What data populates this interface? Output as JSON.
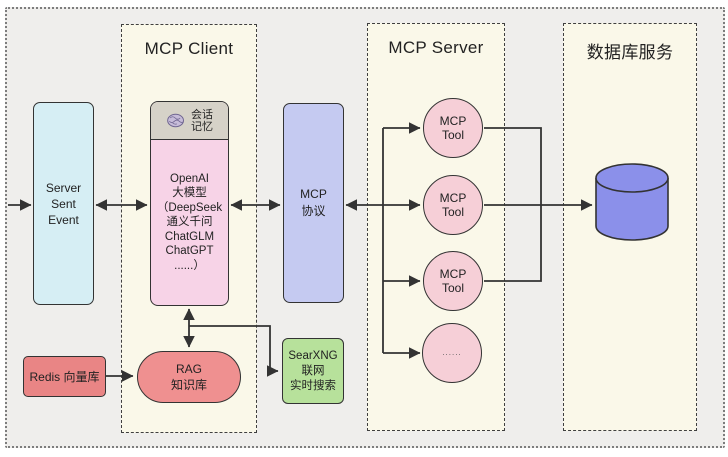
{
  "colors": {
    "canvas-bg": "#efeeec",
    "container-bg": "#faf8e9",
    "container-border": "#3f3f3f",
    "node-border": "#333333",
    "edge": "#333333",
    "sse-fill": "#d6eef4",
    "session-header-fill": "#d6d2c8",
    "llm-fill": "#f7d3e7",
    "protocol-fill": "#c5caf1",
    "redis-fill": "#e98585",
    "rag-fill": "#ef9090",
    "searxng-fill": "#b7e19b",
    "tool-fill": "#f6cfd7",
    "db-fill": "#8b90ea"
  },
  "containers": {
    "client": {
      "title": "MCP Client"
    },
    "server": {
      "title": "MCP Server"
    },
    "database": {
      "title": "数据库服务"
    }
  },
  "nodes": {
    "sse": {
      "label": "Server\nSent\nEvent"
    },
    "session_memory": {
      "label": "会话\n记忆",
      "icon": "brain-icon"
    },
    "llm": {
      "label": "OpenAI\n大模型\n（DeepSeek\n通义千问\nChatGLM\nChatGPT\n......）"
    },
    "protocol": {
      "label": "MCP\n协议"
    },
    "redis": {
      "label": "Redis 向量库"
    },
    "rag": {
      "label": "RAG\n知识库"
    },
    "searxng": {
      "label": "SearXNG\n联网\n实时搜索"
    },
    "tool_1": {
      "label": "MCP\nTool"
    },
    "tool_2": {
      "label": "MCP\nTool"
    },
    "tool_3": {
      "label": "MCP\nTool"
    },
    "tool_more": {
      "label": "......"
    }
  }
}
